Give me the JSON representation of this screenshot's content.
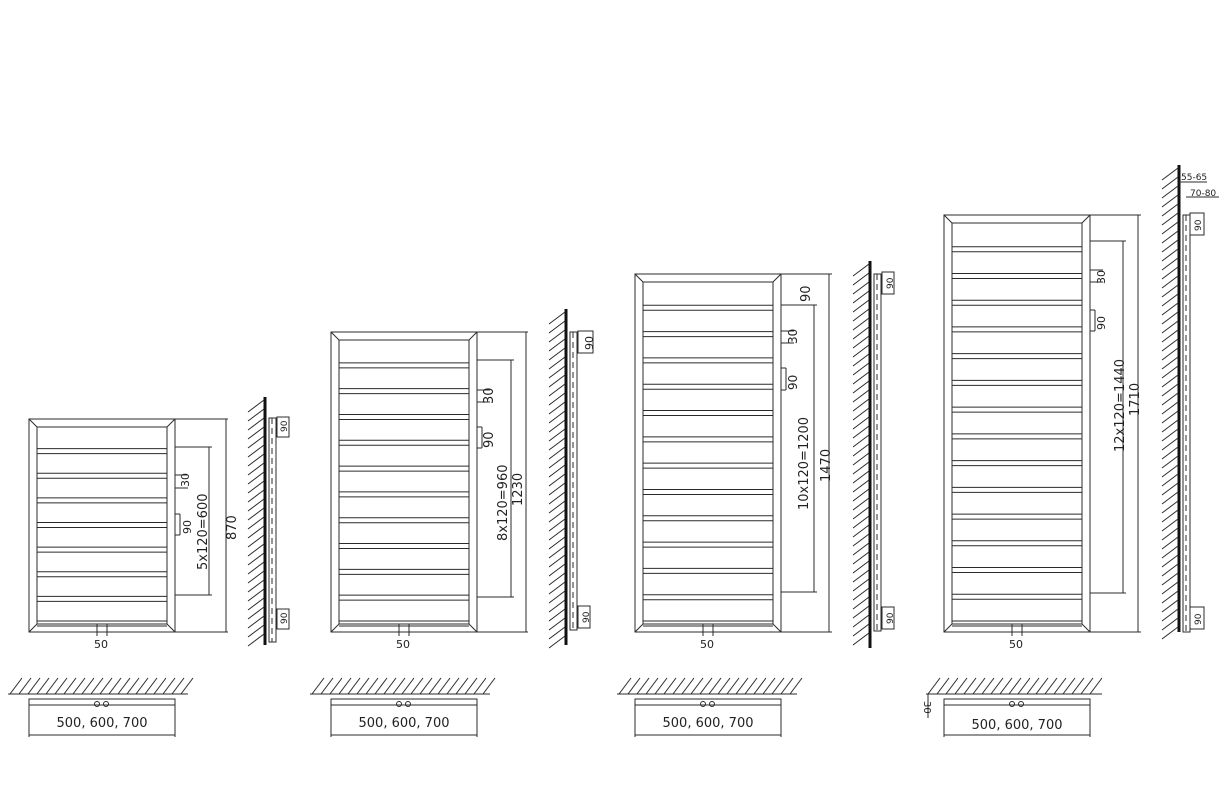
{
  "models": [
    {
      "id": "m870",
      "bars": 5,
      "pitch_label": "5x120=600",
      "height_label": "870",
      "gap_label": "30",
      "group_label": "90",
      "connection_label": "50",
      "width_label": "500, 600, 700",
      "side_label_top": "90",
      "side_label_bottom": "90"
    },
    {
      "id": "m1230",
      "bars": 8,
      "pitch_label": "8x120=960",
      "height_label": "1230",
      "gap_label": "30",
      "group_label": "90",
      "connection_label": "50",
      "width_label": "500, 600, 700",
      "side_label_top": "90",
      "side_label_bottom": "90"
    },
    {
      "id": "m1470",
      "bars": 10,
      "pitch_label": "10x120=1200",
      "height_label": "1470",
      "gap_label": "30",
      "group_label": "90",
      "top_label": "90",
      "connection_label": "50",
      "width_label": "500, 600, 700",
      "side_label_top": "90",
      "side_label_bottom": "90"
    },
    {
      "id": "m1710",
      "bars": 12,
      "pitch_label": "12x120=1440",
      "height_label": "1710",
      "gap_label": "30",
      "group_label": "90",
      "connection_label": "50",
      "width_label": "500, 600, 700",
      "side_label_top": "90",
      "side_label_bottom": "90",
      "wall_gap_label": "30"
    }
  ],
  "side_notes": {
    "offset_a": "55-65",
    "offset_b": "70-80"
  },
  "colors": {
    "line": "#2b2b2b",
    "wall": "#111111",
    "background": "#ffffff"
  }
}
